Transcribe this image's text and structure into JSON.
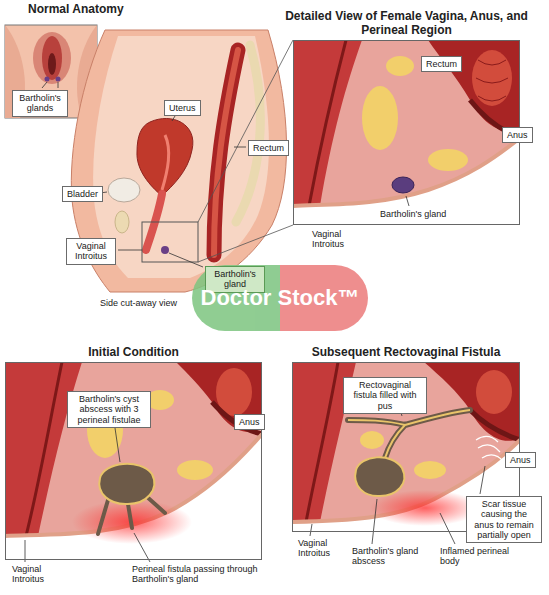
{
  "diagram": {
    "nodes": [
      {
        "text": [
          "Bartholin's glands"
        ]
      },
      {
        "text": [
          "Uterus"
        ]
      },
      {
        "text": [
          "Detailed View of Female Vagina, Anus, and Perineal Region"
        ]
      },
      {
        "text": [
          "Rectum"
        ],
        "in": 2
      },
      {
        "text": [
          "Rectum"
        ]
      },
      {
        "text": [
          "Anus"
        ]
      },
      {
        "text": [
          "Bladder"
        ]
      },
      {
        "text": [
          "Vaginal Introitus"
        ]
      },
      {
        "text": [
          "Bartholin's gland"
        ]
      },
      {
        "text": [
          "Initial Condition"
        ]
      },
      {
        "text": [
          "Bartholin's cyst abscess with 3 perineal fistulae"
        ],
        "in": 9
      },
      {
        "text": [
          "Anus"
        ]
      },
      {
        "text": [
          "Subsequent Rectovaginal Fistula"
        ]
      },
      {
        "text": [
          "Rectovaginal fistula filled with pus"
        ],
        "in": 12
      },
      {
        "text": [
          "Anus"
        ]
      },
      {
        "text": [
          "Scar tissue causing the anus to remain partially open"
        ]
      }
    ],
    "labels": [
      "Normal Anatomy",
      "Side cut-away view",
      "Vaginal Introitus",
      "Bartholin's gland",
      "Doctor Stock™",
      "Vaginal Introitus",
      "Perineal fistula passing through Bartholin's gland",
      "Vaginal Introitus",
      "Bartholin's gland abscess",
      "Inflamed perineal body"
    ]
  }
}
